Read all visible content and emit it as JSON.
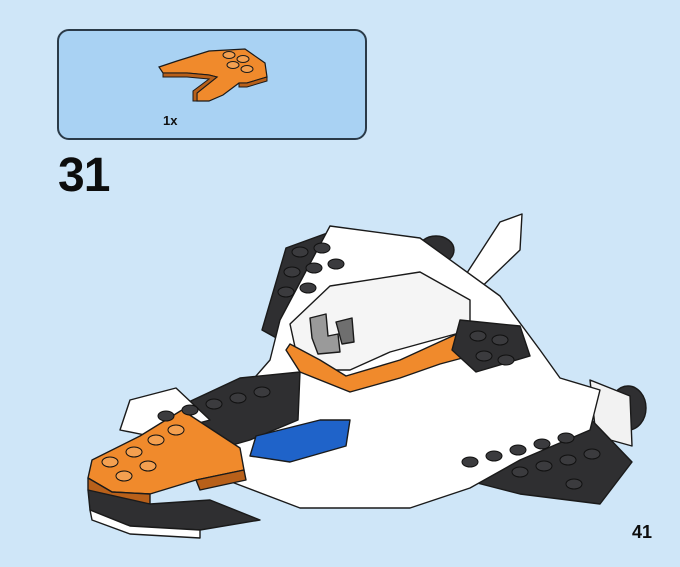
{
  "callout": {
    "quantity": "1x",
    "part": "wedge-plate-4x4-orange"
  },
  "step": {
    "number": "31"
  },
  "page": {
    "number": "41"
  },
  "colors": {
    "background": "#cfe6f8",
    "callout_fill": "#a9d2f3",
    "orange": "#f08a2c",
    "dark": "#2f2f31",
    "blue": "#1f63c9",
    "white": "#ffffff"
  }
}
